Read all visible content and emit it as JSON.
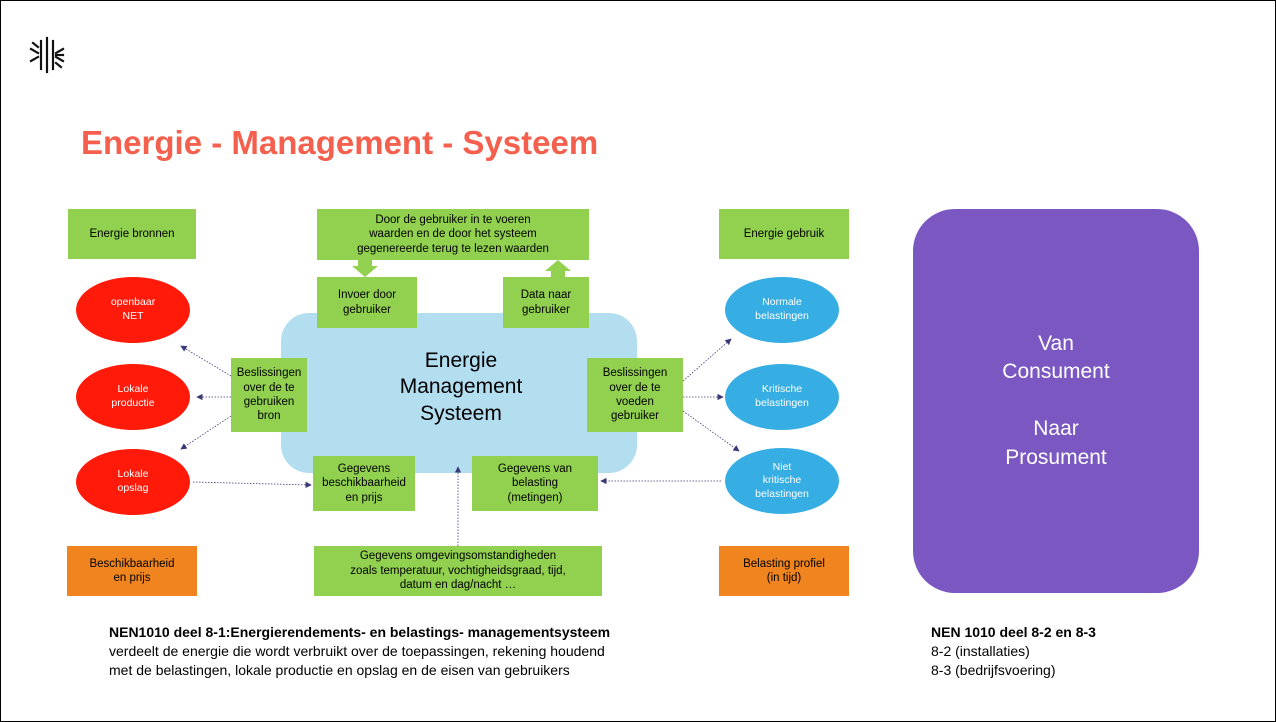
{
  "title": "Energie - Management - Systeem",
  "headers": {
    "left": "Energie bronnen",
    "right": "Energie gebruik"
  },
  "top_box": "Door de gebruiker in te voeren\nwaarden en de door het systeem\ngegenereerde terug te lezen waarden",
  "invoer": "Invoer door\ngebruiker",
  "data_naar": "Data naar\ngebruiker",
  "ems_label": "Energie\nManagement\nSysteem",
  "beslissingen_left": "Beslissingen\nover de te\ngebruiken\nbron",
  "beslissingen_right": "Beslissingen\nover de te\nvoeden\ngebruiker",
  "gegevens_beschik": "Gegevens\nbeschikbaarheid\nen prijs",
  "gegevens_belasting": "Gegevens van\nbelasting\n(metingen)",
  "gegevens_omgeving": "Gegevens omgevingsomstandigheden\nzoals temperatuur, vochtigheidsgraad, tijd,\ndatum en dag/nacht …",
  "sources": [
    "openbaar\nNET",
    "Lokale\nproductie",
    "Lokale\nopslag"
  ],
  "loads": [
    "Normale\nbelastingen",
    "Kritische\nbelastingen",
    "Niet\nkritische\nbelastingen"
  ],
  "orange_left": "Beschikbaarheid\nen prijs",
  "orange_right": "Belasting profiel\n(in tijd)",
  "purple": "Van\nConsument\n\nNaar\nProsument",
  "caption_left": {
    "bold": "NEN1010 deel 8-1:Energierendements- en belastings- managementsysteem",
    "text": "verdeelt de energie die wordt verbruikt over de toepassingen, rekening houdend\nmet de belastingen, lokale productie en opslag en de eisen van gebruikers"
  },
  "caption_right": {
    "bold": "NEN 1010 deel 8-2 en 8-3",
    "text": "8-2 (installaties)\n8-3 (bedrijfsvoering)"
  },
  "colors": {
    "title": "#f4604d",
    "green": "#92d050",
    "orange": "#f0851f",
    "red": "#ff1a0a",
    "blue": "#37aee3",
    "ems": "#b3def0",
    "purple": "#7b57c2",
    "connector": "#3b3a78"
  },
  "icons": {
    "logo": "snowflake-logo-icon"
  }
}
